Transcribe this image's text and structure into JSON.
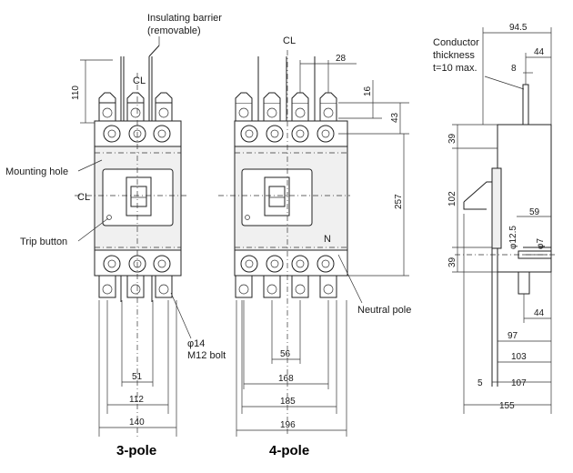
{
  "labels": {
    "insulating_barrier": "Insulating barrier",
    "removable": "(removable)",
    "mounting_hole": "Mounting hole",
    "trip_button": "Trip button",
    "neutral_pole": "Neutral pole",
    "terminal_dia": "φ14",
    "bolt": "M12 bolt",
    "conductor_1": "Conductor",
    "conductor_2": "thickness",
    "conductor_3": "t=10 max.",
    "centerline": "CL",
    "neutral_mark": "N"
  },
  "titles": {
    "three_pole": "3-pole",
    "four_pole": "4-pole"
  },
  "dimensions": {
    "d110": "110",
    "d28": "28",
    "d16": "16",
    "d43": "43",
    "d257": "257",
    "d51": "51",
    "d112": "112",
    "d140": "140",
    "d56": "56",
    "d168": "168",
    "d185": "185",
    "d196": "196",
    "d94_5": "94.5",
    "d44_top": "44",
    "d8": "8",
    "d39_top": "39",
    "d102": "102",
    "d39_bottom": "39",
    "d59": "59",
    "d12_5": "φ12.5",
    "d7": "φ7",
    "d44_bottom": "44",
    "d97": "97",
    "d103": "103",
    "d5": "5",
    "d107": "107",
    "d155": "155"
  }
}
